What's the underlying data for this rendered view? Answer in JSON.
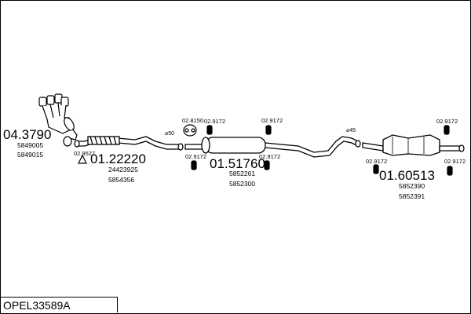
{
  "diagram": {
    "code": "OPEL33589A",
    "parts": [
      {
        "number": "04.3790",
        "refs": [
          "5849005",
          "5849015"
        ]
      },
      {
        "number": "01.22220",
        "refs": [
          "24423925",
          "5854356"
        ]
      },
      {
        "number": "01.51760",
        "refs": [
          "5852261",
          "5852300"
        ]
      },
      {
        "number": "01.60513",
        "refs": [
          "5852390",
          "5852391"
        ]
      }
    ],
    "clamps": [
      "02.9527",
      "02.8150",
      "02.9172",
      "02.9172",
      "02.9172",
      "02.9172",
      "02.9172",
      "02.9172"
    ],
    "diameters": [
      "⌀50",
      "⌀45"
    ]
  }
}
